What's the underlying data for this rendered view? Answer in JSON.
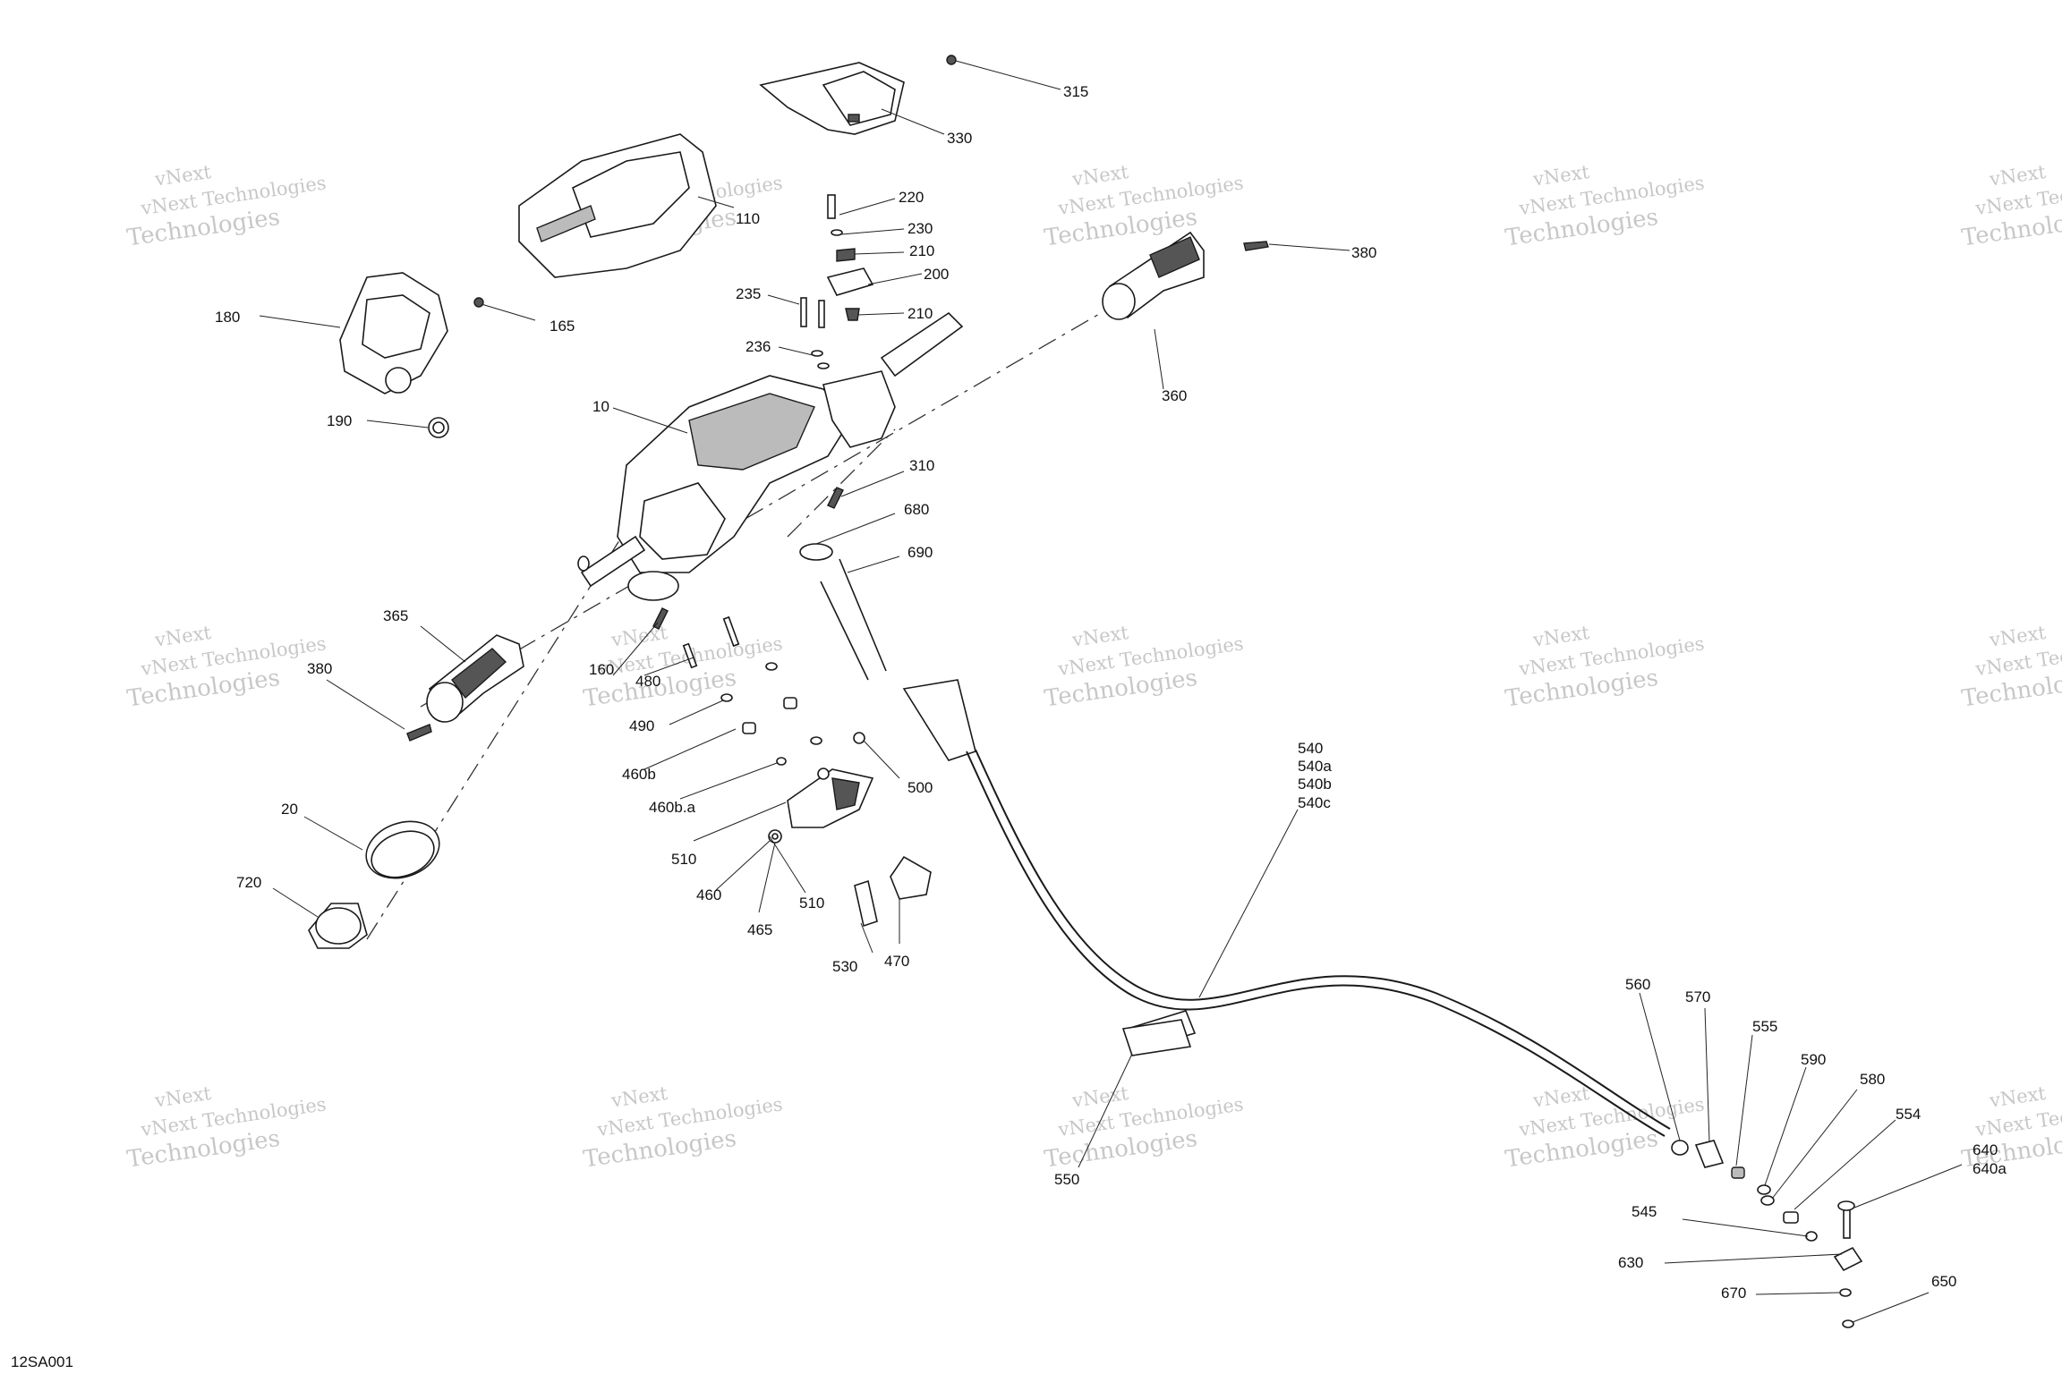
{
  "diagram": {
    "code": "12SA001",
    "watermark": {
      "line1": "vNext Technologies",
      "line2": "vNext",
      "line3": "Technologies"
    },
    "labels": [
      "315",
      "330",
      "110",
      "220",
      "230",
      "210",
      "200",
      "210",
      "235",
      "236",
      "380",
      "360",
      "180",
      "165",
      "190",
      "10",
      "310",
      "680",
      "690",
      "365",
      "380",
      "160",
      "480",
      "490",
      "460b",
      "460b.a",
      "500",
      "510",
      "460",
      "465",
      "510",
      "530",
      "470",
      "20",
      "720",
      "540",
      "540a",
      "540b",
      "540c",
      "550",
      "560",
      "570",
      "555",
      "590",
      "580",
      "554",
      "640",
      "640a",
      "545",
      "630",
      "670",
      "650"
    ]
  }
}
